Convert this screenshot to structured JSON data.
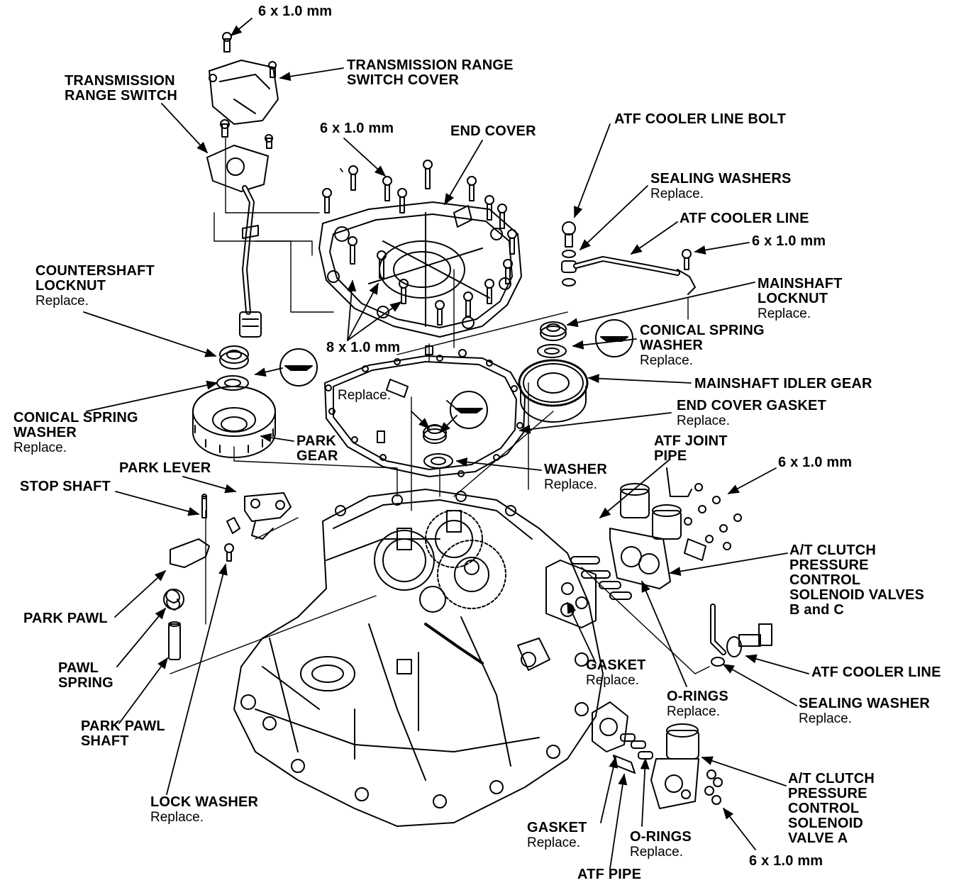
{
  "diagram_title": "",
  "colors": {
    "ink": "#000000",
    "paper": "#ffffff"
  },
  "labels": {
    "bolt_6x10_top": {
      "title": "6 x 1.0 mm",
      "note": ""
    },
    "trans_range_switch_cover": {
      "title": "TRANSMISSION RANGE\nSWITCH COVER",
      "note": ""
    },
    "trans_range_switch": {
      "title": "TRANSMISSION\nRANGE SWITCH",
      "note": ""
    },
    "bolt_6x10_endcover": {
      "title": "6 x 1.0 mm",
      "note": ""
    },
    "end_cover": {
      "title": "END COVER",
      "note": ""
    },
    "atf_cooler_line_bolt": {
      "title": "ATF COOLER LINE BOLT",
      "note": ""
    },
    "sealing_washers": {
      "title": "SEALING WASHERS",
      "note": "Replace."
    },
    "atf_cooler_line_top": {
      "title": "ATF COOLER LINE",
      "note": ""
    },
    "bolt_6x10_coolerline": {
      "title": "6 x 1.0 mm",
      "note": ""
    },
    "countershaft_locknut": {
      "title": "COUNTERSHAFT\nLOCKNUT",
      "note": "Replace."
    },
    "mainshaft_locknut": {
      "title": "MAINSHAFT\nLOCKNUT",
      "note": "Replace."
    },
    "bolt_8x10": {
      "title": "8 x 1.0 mm",
      "note": ""
    },
    "conical_spring_washer_right": {
      "title": "CONICAL SPRING\nWASHER",
      "note": "Replace."
    },
    "mainshaft_idler_gear": {
      "title": "MAINSHAFT IDLER GEAR",
      "note": ""
    },
    "gasket_replace_inner": {
      "title": "",
      "note": "Replace."
    },
    "end_cover_gasket": {
      "title": "END COVER GASKET",
      "note": "Replace."
    },
    "conical_spring_washer_left": {
      "title": "CONICAL SPRING\nWASHER",
      "note": "Replace."
    },
    "park_gear": {
      "title": "PARK\nGEAR",
      "note": ""
    },
    "atf_joint_pipe": {
      "title": "ATF JOINT\nPIPE",
      "note": ""
    },
    "bolt_6x10_solenoid_bc": {
      "title": "6 x 1.0 mm",
      "note": ""
    },
    "washer": {
      "title": "WASHER",
      "note": "Replace."
    },
    "park_lever": {
      "title": "PARK LEVER",
      "note": ""
    },
    "stop_shaft": {
      "title": "STOP SHAFT",
      "note": ""
    },
    "solenoid_valves_bc": {
      "title": "A/T CLUTCH\nPRESSURE\nCONTROL\nSOLENOID VALVES\nB and C",
      "note": ""
    },
    "park_pawl": {
      "title": "PARK PAWL",
      "note": ""
    },
    "pawl_spring": {
      "title": "PAWL\nSPRING",
      "note": ""
    },
    "gasket_mid": {
      "title": "GASKET",
      "note": "Replace."
    },
    "atf_cooler_line_lower": {
      "title": "ATF COOLER LINE",
      "note": ""
    },
    "o_rings_upper": {
      "title": "O-RINGS",
      "note": "Replace."
    },
    "sealing_washer": {
      "title": "SEALING WASHER",
      "note": "Replace."
    },
    "park_pawl_shaft": {
      "title": "PARK PAWL\nSHAFT",
      "note": ""
    },
    "solenoid_valve_a": {
      "title": "A/T CLUTCH\nPRESSURE\nCONTROL\nSOLENOID\nVALVE A",
      "note": ""
    },
    "lock_washer": {
      "title": "LOCK WASHER",
      "note": "Replace."
    },
    "gasket_lower": {
      "title": "GASKET",
      "note": "Replace."
    },
    "o_rings_lower": {
      "title": "O-RINGS",
      "note": "Replace."
    },
    "bolt_6x10_bottom": {
      "title": "6 x 1.0 mm",
      "note": ""
    },
    "atf_pipe": {
      "title": "ATF PIPE",
      "note": ""
    }
  }
}
